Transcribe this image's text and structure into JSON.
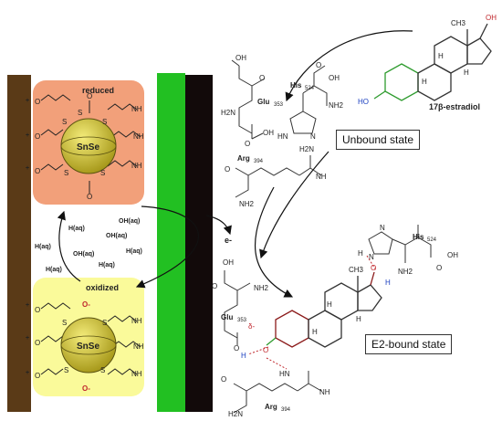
{
  "electrode": {
    "reduced_label": "reduced",
    "oxidized_label": "oxidized",
    "nanoparticle_label": "SnSe",
    "sulfur": "S",
    "oxygen": "O",
    "minus": "-",
    "plus": "+",
    "neg_charge": "O-",
    "amide": "NH",
    "colors": {
      "left_bar": "#5a3a17",
      "green_bar": "#22c022",
      "black_bar": "#120a0a",
      "reduced_bg": "#f2a07a",
      "oxidized_bg": "#fafa9a",
      "particle": "#d4c93a"
    }
  },
  "ions": {
    "h_aq": "H(aq)",
    "oh_aq": "OH(aq)",
    "electron": "e-"
  },
  "ligand": {
    "name": "17β-estradiol",
    "methyl": "CH3",
    "hydroxyl": "OH",
    "h": "H",
    "ho": "HO"
  },
  "residues": {
    "glu": "Glu",
    "glu_num": "353",
    "his": "His",
    "his_num": "524",
    "arg": "Arg",
    "arg_num": "394",
    "oh": "OH",
    "nh2": "NH2",
    "h2n": "H2N",
    "nh": "NH",
    "n": "N",
    "hn": "HN",
    "h": "H",
    "o": "O",
    "delta_minus": "δ-"
  },
  "states": {
    "unbound": "Unbound state",
    "bound": "E2-bound state"
  }
}
